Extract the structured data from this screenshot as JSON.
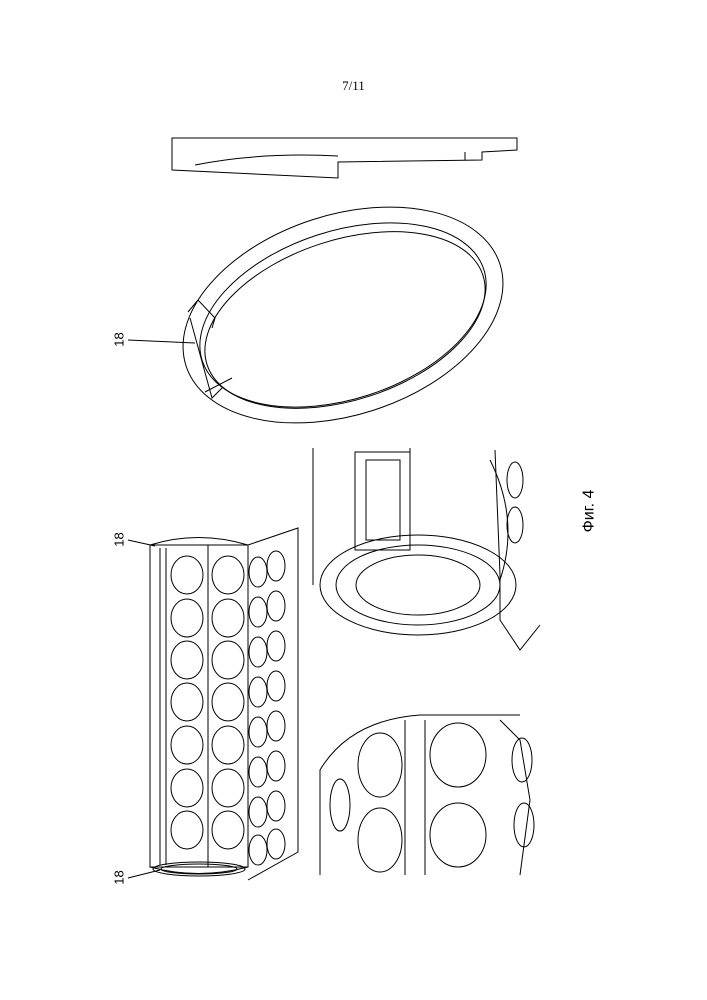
{
  "page": {
    "number": "7/11"
  },
  "labels": {
    "ring_ref": "18",
    "cassette_top_ref": "18",
    "cassette_bottom_ref": "18"
  },
  "caption": "Фиг. 4",
  "colors": {
    "line": "#000000",
    "background": "#ffffff"
  }
}
